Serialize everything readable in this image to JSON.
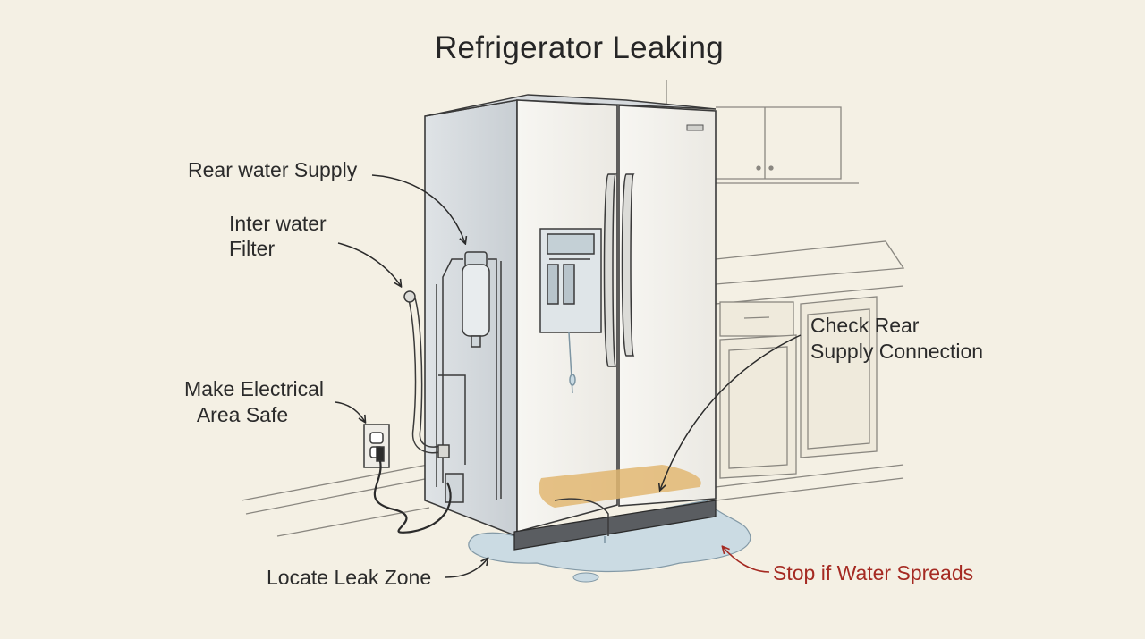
{
  "title": "Refrigerator Leaking",
  "labels": {
    "rear_supply": "Rear water Supply",
    "filter_line1": "Inter water",
    "filter_line2": "Filter",
    "electrical_line1": "Make Electrical",
    "electrical_line2": "Area Safe",
    "check_line1": "Check Rear",
    "check_line2": "Supply Connection",
    "locate": "Locate Leak Zone",
    "stop": "Stop if Water Spreads"
  },
  "colors": {
    "background": "#f4f0e4",
    "ink": "#2b2b2b",
    "warning": "#a52a22",
    "leak_stain": "#e2b772",
    "water": "#c9dae3"
  }
}
